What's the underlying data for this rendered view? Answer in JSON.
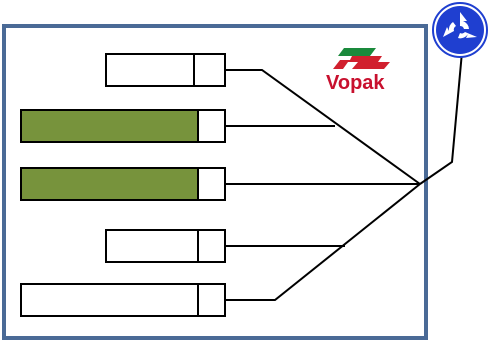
{
  "brand": {
    "name": "Vopak",
    "color": "#c8102e",
    "logo_colors": {
      "red": "#d1202e",
      "green": "#1a8a3c"
    }
  },
  "colors": {
    "frame": "#4a6a96",
    "filled_bar": "#77933c",
    "outline": "#000000",
    "roundabout_sign": "#1f3fd0"
  },
  "sign": {
    "icon": "roundabout-icon"
  },
  "bars": [
    {
      "id": "bar-1",
      "filled": false
    },
    {
      "id": "bar-2",
      "filled": true
    },
    {
      "id": "bar-3",
      "filled": true
    },
    {
      "id": "bar-4",
      "filled": false
    },
    {
      "id": "bar-5",
      "filled": false
    }
  ]
}
